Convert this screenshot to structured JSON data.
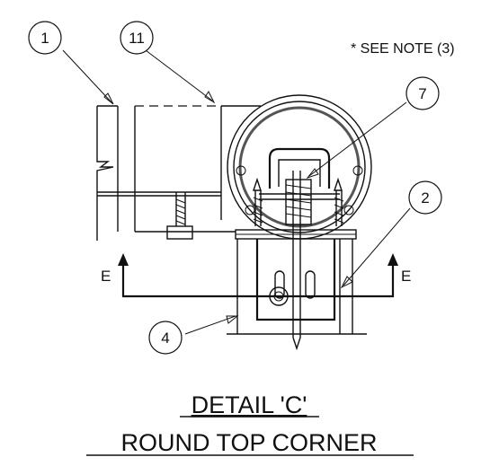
{
  "note": "* SEE NOTE (3)",
  "callouts": [
    {
      "label": "1"
    },
    {
      "label": "11"
    },
    {
      "label": "7"
    },
    {
      "label": "2"
    },
    {
      "label": "4"
    }
  ],
  "section_marker": "E",
  "title": {
    "line1": "DETAIL 'C'",
    "line2": "ROUND TOP CORNER"
  }
}
